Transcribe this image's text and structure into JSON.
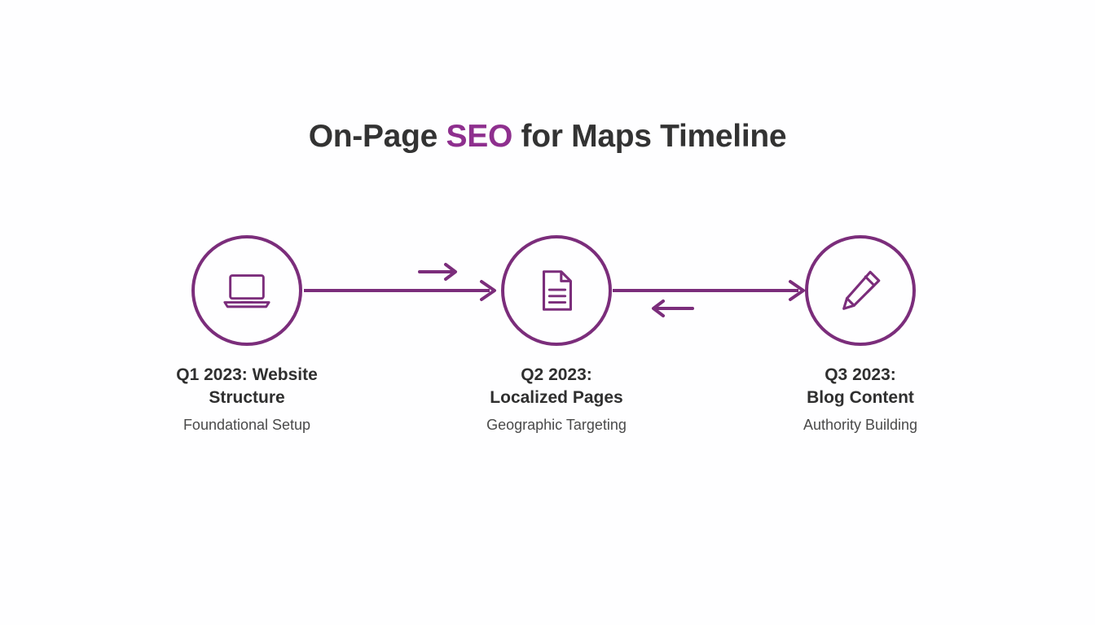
{
  "title": {
    "before": "On-Page ",
    "accent": "SEO",
    "after": " for Maps Timeline",
    "full": "On-Page SEO for Maps Timeline"
  },
  "theme": {
    "purple": "#7b2d7b",
    "accent_purple": "#8e2f8e",
    "title_color": "#333333",
    "label_color": "#2f2f2f",
    "sublabel_color": "#4a4a4a",
    "background": "#fefeff"
  },
  "timeline": {
    "nodes": [
      {
        "id": "q1-website-structure",
        "icon": "laptop-icon",
        "title_line1": "Q1 2023: Website",
        "title_line2": "Structure",
        "subtitle": "Foundational Setup"
      },
      {
        "id": "q2-localized-pages",
        "icon": "document-icon",
        "title_line1": "Q2 2023:",
        "title_line2": "Localized Pages",
        "subtitle": "Geographic Targeting"
      },
      {
        "id": "q3-blog-content",
        "icon": "pencil-icon",
        "title_line1": "Q3 2023:",
        "title_line2": "Blog Content",
        "subtitle": "Authority Building"
      }
    ],
    "connectors": [
      {
        "id": "connector-1-2",
        "from": "q1-website-structure",
        "to": "q2-localized-pages",
        "main_direction": "right",
        "secondary_direction": "right",
        "secondary_position": "above"
      },
      {
        "id": "connector-2-3",
        "from": "q2-localized-pages",
        "to": "q3-blog-content",
        "main_direction": "right",
        "secondary_direction": "left",
        "secondary_position": "below"
      }
    ]
  }
}
